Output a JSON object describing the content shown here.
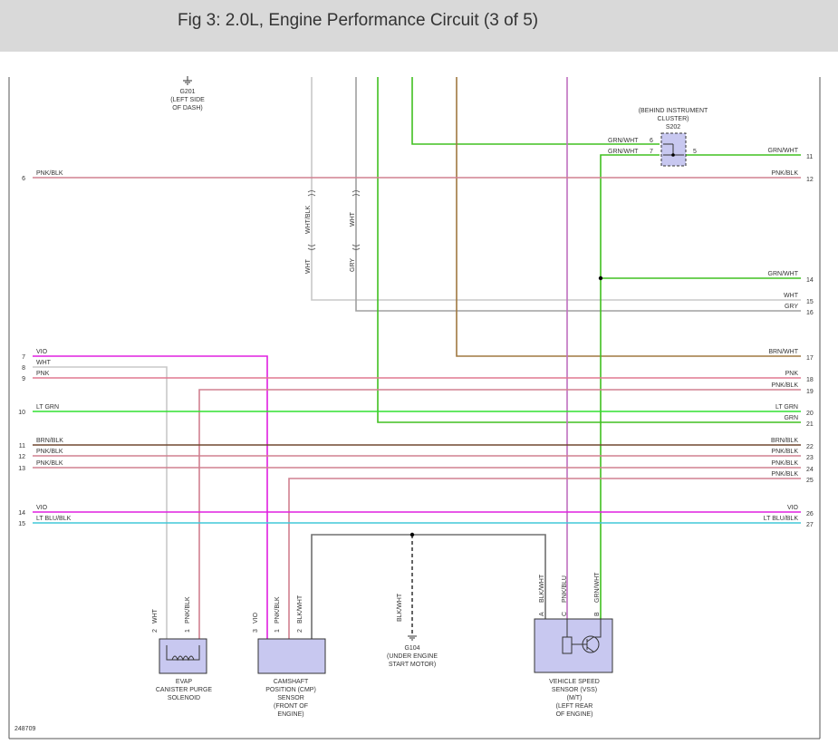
{
  "header": {
    "title": "Fig 3: 2.0L, Engine Performance Circuit (3 of 5)"
  },
  "figure_id": "248709",
  "colors": {
    "pnk_blk": "#d08090",
    "pnk": "#e07890",
    "vio": "#e020e0",
    "wht": "#c8c8c8",
    "gry": "#a0a0a0",
    "grn": "#40c020",
    "lt_grn": "#30e030",
    "brn_wht": "#a07840",
    "brn_blk": "#704830",
    "lt_blu_blk": "#40c8d8",
    "pnk_blu": "#c070c0",
    "blk_wht": "#707070"
  },
  "grounds": {
    "g201": {
      "name": "G201",
      "loc1": "(LEFT SIDE",
      "loc2": "OF DASH)"
    },
    "g104": {
      "name": "G104",
      "loc1": "(UNDER ENGINE",
      "loc2": "START MOTOR)"
    }
  },
  "splice": {
    "name": "S202",
    "loc1": "(BEHIND INSTRUMENT",
    "loc2": "CLUSTER)",
    "in1": {
      "color": "GRN/WHT",
      "pin": "6"
    },
    "in2": {
      "color": "GRN/WHT",
      "pin": "7"
    },
    "out": {
      "pin": "5"
    }
  },
  "left_pins": [
    {
      "pin": "6",
      "label": "PNK/BLK"
    },
    {
      "pin": "7",
      "label": "VIO"
    },
    {
      "pin": "8",
      "label": "WHT"
    },
    {
      "pin": "9",
      "label": "PNK"
    },
    {
      "pin": "10",
      "label": "LT GRN"
    },
    {
      "pin": "11",
      "label": "BRN/BLK"
    },
    {
      "pin": "12",
      "label": "PNK/BLK"
    },
    {
      "pin": "13",
      "label": "PNK/BLK"
    },
    {
      "pin": "14",
      "label": "VIO"
    },
    {
      "pin": "15",
      "label": "LT BLU/BLK"
    }
  ],
  "right_pins": [
    {
      "pin": "11",
      "label": "GRN/WHT"
    },
    {
      "pin": "12",
      "label": "PNK/BLK"
    },
    {
      "pin": "14",
      "label": "GRN/WHT"
    },
    {
      "pin": "15",
      "label": "WHT"
    },
    {
      "pin": "16",
      "label": "GRY"
    },
    {
      "pin": "17",
      "label": "BRN/WHT"
    },
    {
      "pin": "18",
      "label": "PNK"
    },
    {
      "pin": "19",
      "label": "PNK/BLK"
    },
    {
      "pin": "20",
      "label": "LT GRN"
    },
    {
      "pin": "21",
      "label": "GRN"
    },
    {
      "pin": "22",
      "label": "BRN/BLK"
    },
    {
      "pin": "23",
      "label": "PNK/BLK"
    },
    {
      "pin": "24",
      "label": "PNK/BLK"
    },
    {
      "pin": "25",
      "label": "PNK/BLK"
    },
    {
      "pin": "26",
      "label": "VIO"
    },
    {
      "pin": "27",
      "label": "LT BLU/BLK"
    }
  ],
  "vertical_labels": {
    "wht_blk": "WHT/BLK",
    "wht_top": "WHT",
    "wht_bottom": "WHT",
    "gry": "GRY"
  },
  "components": {
    "evap": {
      "lines": [
        "EVAP",
        "CANISTER PURGE",
        "SOLENOID"
      ],
      "pin_a": {
        "pin": "2",
        "color": "WHT"
      },
      "pin_b": {
        "pin": "1",
        "color": "PNK/BLK"
      }
    },
    "cmp": {
      "lines": [
        "CAMSHAFT",
        "POSITION (CMP)",
        "SENSOR",
        "(FRONT OF",
        "ENGINE)"
      ],
      "pin_a": {
        "pin": "3",
        "color": "VIO"
      },
      "pin_b": {
        "pin": "1",
        "color": "PNK/BLK"
      },
      "pin_c": {
        "pin": "2",
        "color": "BLK/WHT"
      }
    },
    "ground_wire": {
      "color": "BLK/WHT"
    },
    "vss": {
      "lines": [
        "VEHICLE SPEED",
        "SENSOR (VSS)",
        "(M/T)",
        "(LEFT REAR",
        "OF ENGINE)"
      ],
      "pin_a": {
        "pin": "A",
        "color": "BLK/WHT"
      },
      "pin_c": {
        "pin": "C",
        "color": "PNK/BLU"
      },
      "pin_b": {
        "pin": "B",
        "color": "GRN/WHT"
      }
    }
  }
}
